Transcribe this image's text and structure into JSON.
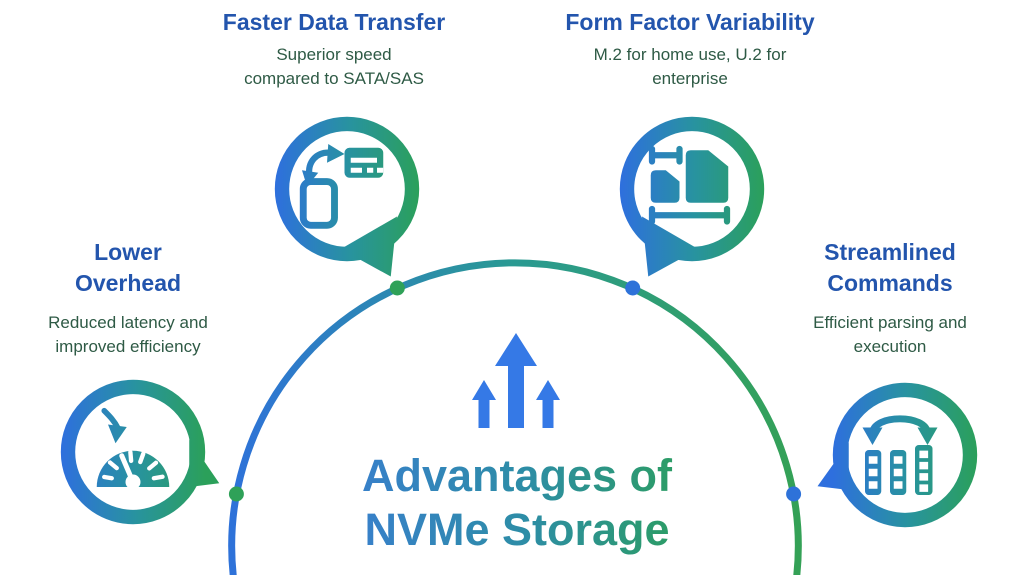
{
  "infographic": {
    "title_lines": [
      "Advantages of",
      "NVMe Storage"
    ],
    "features": [
      {
        "key": "faster-data-transfer",
        "title_lines": [
          "Faster Data Transfer"
        ],
        "desc_lines": [
          "Superior speed",
          "compared to SATA/SAS"
        ],
        "icon": "device-transfer-icon"
      },
      {
        "key": "form-factor-variability",
        "title_lines": [
          "Form Factor Variability"
        ],
        "desc_lines": [
          "M.2 for home use, U.2 for",
          "enterprise"
        ],
        "icon": "form-factor-icon"
      },
      {
        "key": "lower-overhead",
        "title_lines": [
          "Lower",
          "Overhead"
        ],
        "desc_lines": [
          "Reduced latency and",
          "improved efficiency"
        ],
        "icon": "speedometer-icon"
      },
      {
        "key": "streamlined-commands",
        "title_lines": [
          "Streamlined",
          "Commands"
        ],
        "desc_lines": [
          "Efficient parsing and",
          "execution"
        ],
        "icon": "command-queues-icon"
      }
    ],
    "colors": {
      "accent_blue": "#2e72d9",
      "accent_teal": "#2a9a92",
      "accent_green": "#34a156",
      "heading_blue": "#2355ad",
      "body_text_green": "#2e5a45",
      "arrow_blue": "#3579e6"
    }
  }
}
